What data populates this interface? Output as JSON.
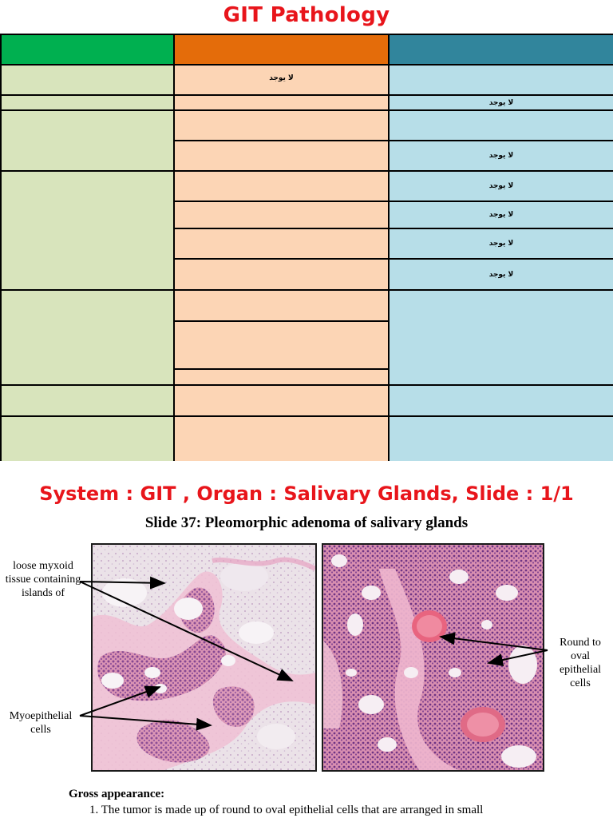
{
  "header": {
    "title": "GIT Pathology"
  },
  "table": {
    "cell_text": "لا يوجد",
    "colors": {
      "green": "#00b050",
      "orange": "#e46c0a",
      "teal": "#31859c"
    }
  },
  "section": {
    "title": "System : GIT , Organ : Salivary Glands, Slide : 1/1",
    "slide_title": "Slide 37: Pleomorphic adenoma of salivary glands"
  },
  "figure": {
    "label_myxoid": "loose myxoid tissue containing islands of",
    "label_myoepithelial": "Myoepithelial cells",
    "label_round": "Round to oval epithelial cells"
  },
  "text": {
    "gross_heading": "Gross appearance:",
    "point1": "1.   The tumor is made up of round to oval epithelial cells that are arranged in small"
  }
}
